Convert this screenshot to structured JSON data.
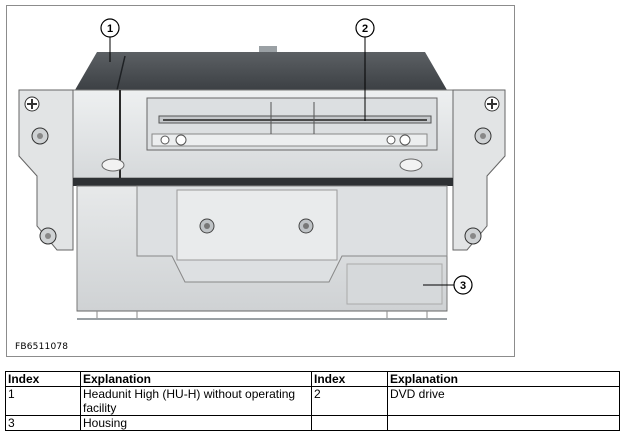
{
  "figure": {
    "code": "FB6511078",
    "callouts": [
      "1",
      "2",
      "3"
    ]
  },
  "table": {
    "headers": [
      "Index",
      "Explanation",
      "Index",
      "Explanation"
    ],
    "rows": [
      [
        "1",
        "Headunit High (HU-H) without operating facility",
        "2",
        "DVD drive"
      ],
      [
        "3",
        "Housing",
        "",
        ""
      ]
    ]
  }
}
